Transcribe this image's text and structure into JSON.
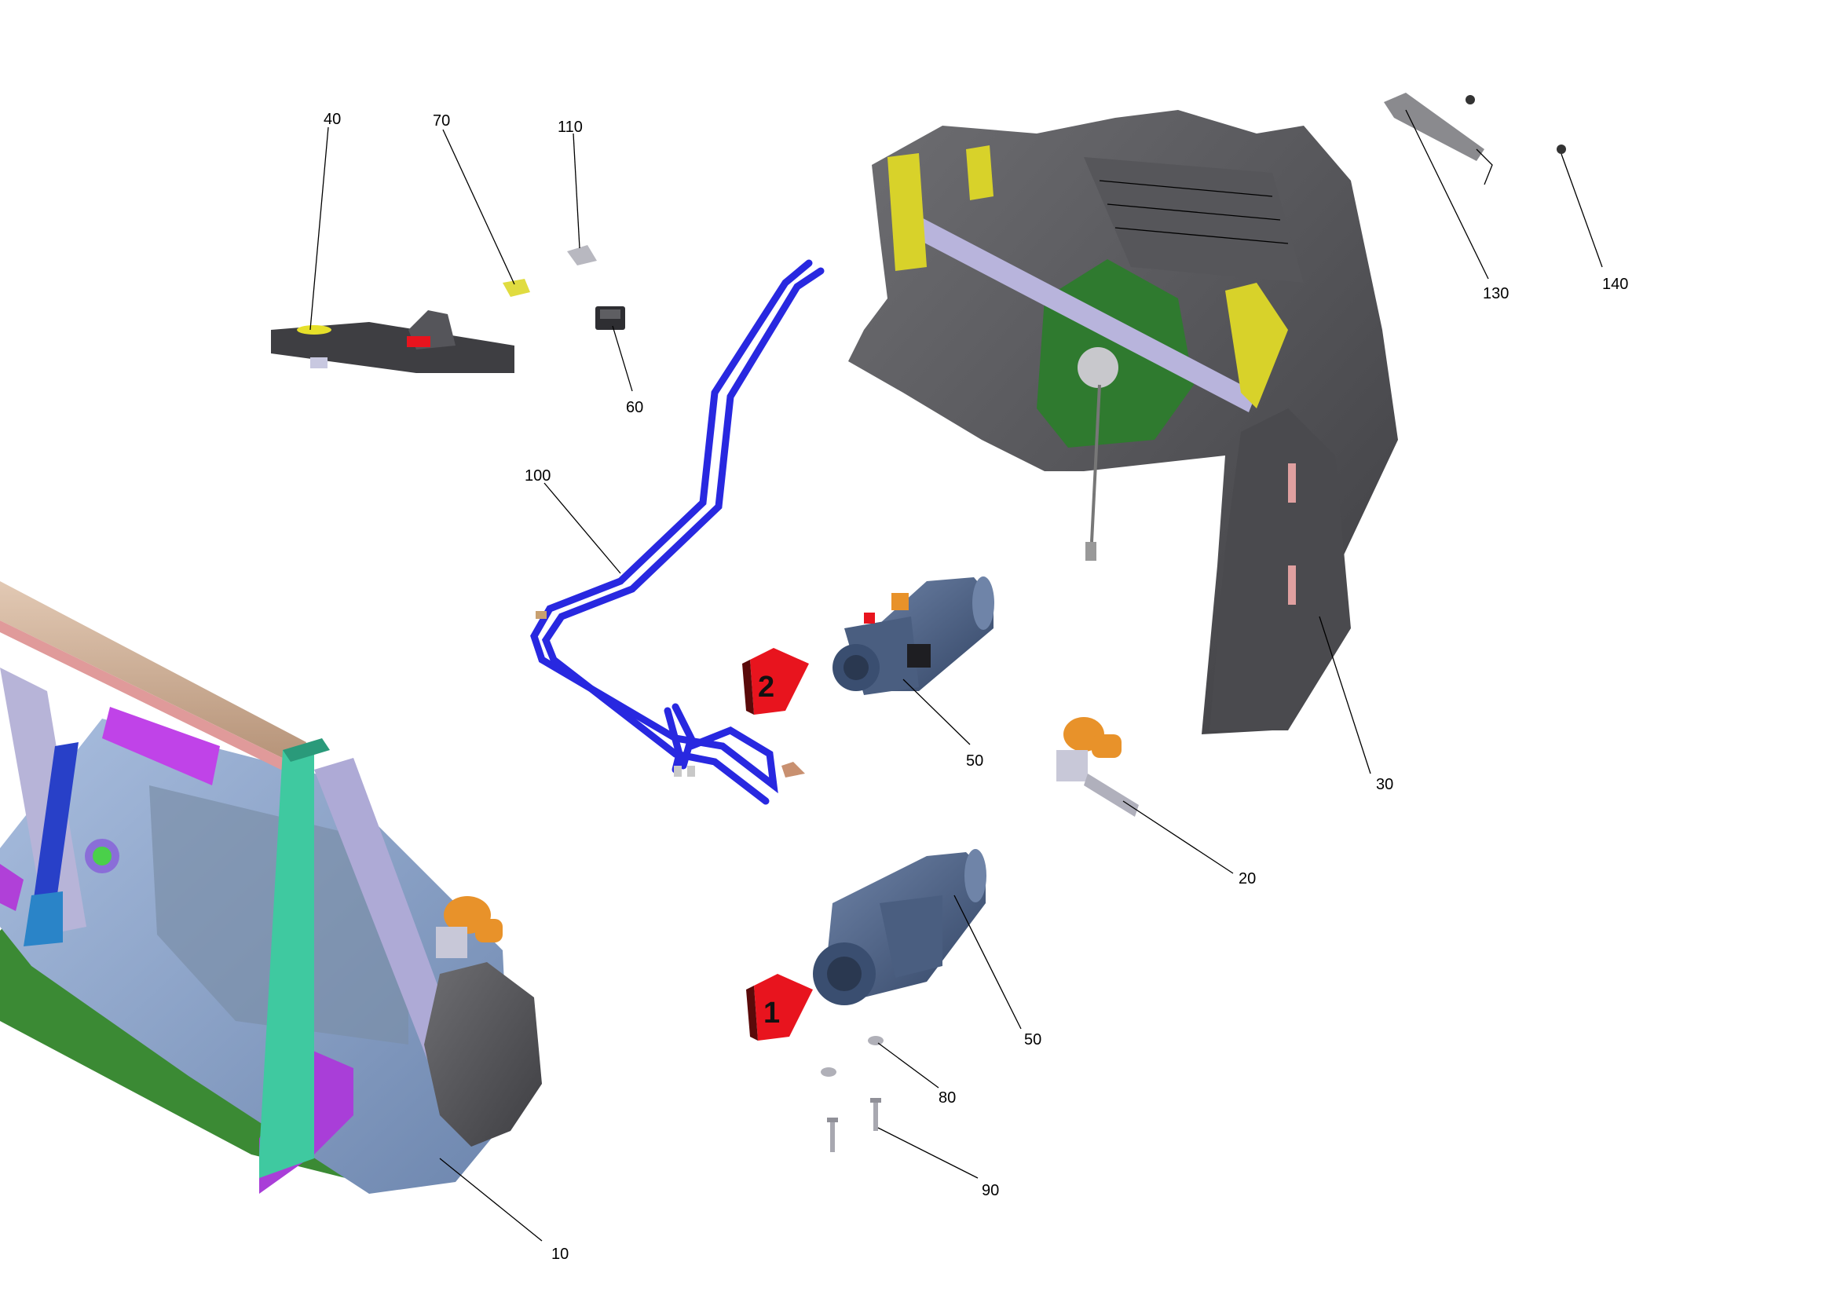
{
  "callouts": {
    "c10": "10",
    "c20": "20",
    "c30": "30",
    "c40": "40",
    "c50a": "50",
    "c50b": "50",
    "c60": "60",
    "c70": "70",
    "c80": "80",
    "c90": "90",
    "c100": "100",
    "c110": "110",
    "c130": "130",
    "c140": "140"
  },
  "sequence_markers": {
    "step1": "1",
    "step2": "2"
  },
  "colors": {
    "hose_blue": "#2828e0",
    "dark_plastic": "#5a5a5e",
    "frame_blue": "#8ea6cc",
    "green_panel": "#2f7a2f",
    "magenta_bracket": "#b83ee0",
    "teal_bar": "#3fc9a0",
    "orange_valve": "#e8922a",
    "marker_red": "#e8141e",
    "motor_blue": "#4a5e80"
  }
}
